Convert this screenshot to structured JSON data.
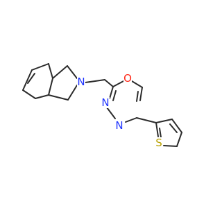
{
  "molecule": {
    "atoms": {
      "n_pyrrolidine": {
        "symbol": "N",
        "color": "#1f34ff"
      },
      "o_oxadiazole": {
        "symbol": "O",
        "color": "#ff2a1a"
      },
      "n_oxadiazole_left": {
        "symbol": "N",
        "color": "#1f34ff"
      },
      "n_oxadiazole_right": {
        "symbol": "N",
        "color": "#1f34ff"
      },
      "s_thiophene": {
        "symbol": "S",
        "color": "#b8a000"
      }
    },
    "bond_color": "#2b2b2b",
    "background": "#ffffff"
  }
}
